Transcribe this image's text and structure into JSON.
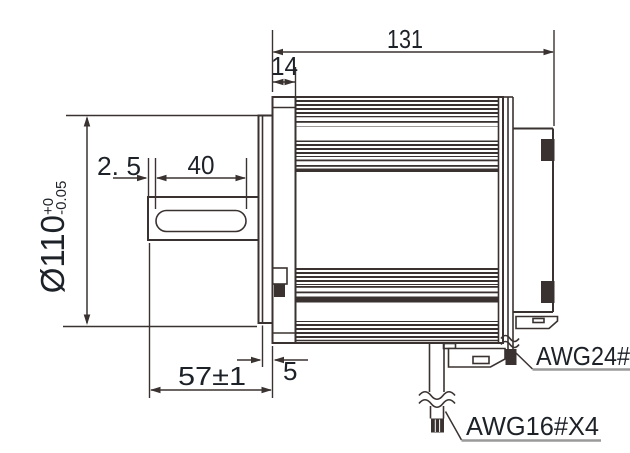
{
  "colors": {
    "line": "#3a3231",
    "text": "#1d2128",
    "underline": "#9a9a9a",
    "background": "#ffffff"
  },
  "dims": {
    "overall_length": "131",
    "flange_thickness": "14",
    "keyway_offset": "2. 5",
    "keyway_length": "40",
    "shaft_length": "57±1",
    "pilot_depth": "5",
    "pilot_diameter": {
      "value": "Ø110",
      "tol_upper": "+0",
      "tol_lower": "-0.05"
    }
  },
  "wire_labels": {
    "signal": "AWG24#",
    "power": "AWG16#X4"
  }
}
